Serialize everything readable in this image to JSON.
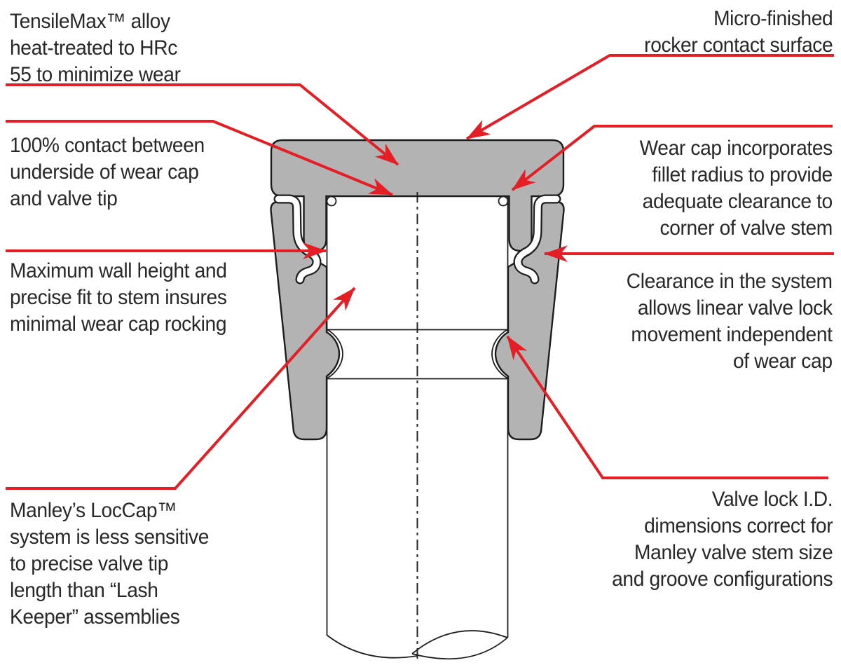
{
  "diagram": {
    "title": "Manley LocCap wear cap / valve lock cross-section diagram",
    "colors": {
      "part_fill": "#b3b3b3",
      "outline": "#1d1d1d",
      "leader_red": "#e51e25",
      "text": "#282828",
      "background": "#ffffff"
    },
    "parts": {
      "wear_cap": "wear cap",
      "valve_lock_left": "valve lock (left)",
      "valve_lock_right": "valve lock (right)",
      "valve_stem": "valve stem",
      "clearance_channel": "clearance channel",
      "centerline": "stem centerline"
    },
    "callouts": [
      {
        "id": "tensilemax",
        "align": "left",
        "lines": [
          "TensileMax™ alloy",
          "heat-treated to HRc",
          "55 to minimize wear"
        ]
      },
      {
        "id": "micro-finished",
        "align": "right",
        "lines": [
          "Micro-finished",
          "rocker contact surface"
        ]
      },
      {
        "id": "full-contact",
        "align": "left",
        "lines": [
          "100% contact between",
          "underside of wear cap",
          "and valve tip"
        ]
      },
      {
        "id": "fillet-radius",
        "align": "right",
        "lines": [
          "Wear cap incorporates",
          "fillet radius to provide",
          "adequate clearance to",
          "corner of valve stem"
        ]
      },
      {
        "id": "wall-height",
        "align": "left",
        "lines": [
          "Maximum wall height and",
          "precise fit to stem insures",
          "minimal wear cap rocking"
        ]
      },
      {
        "id": "clearance",
        "align": "right",
        "lines": [
          "Clearance in the system",
          "allows linear valve lock",
          "movement independent",
          "of wear cap"
        ]
      },
      {
        "id": "loccap",
        "align": "left",
        "lines": [
          "Manley’s LocCap™",
          "system is less sensitive",
          "to precise valve tip",
          "length than “Lash",
          "Keeper” assemblies"
        ]
      },
      {
        "id": "valve-lock-id",
        "align": "right",
        "lines": [
          "Valve lock I.D.",
          "dimensions correct for",
          "Manley valve stem size",
          "and groove configurations"
        ]
      }
    ]
  }
}
